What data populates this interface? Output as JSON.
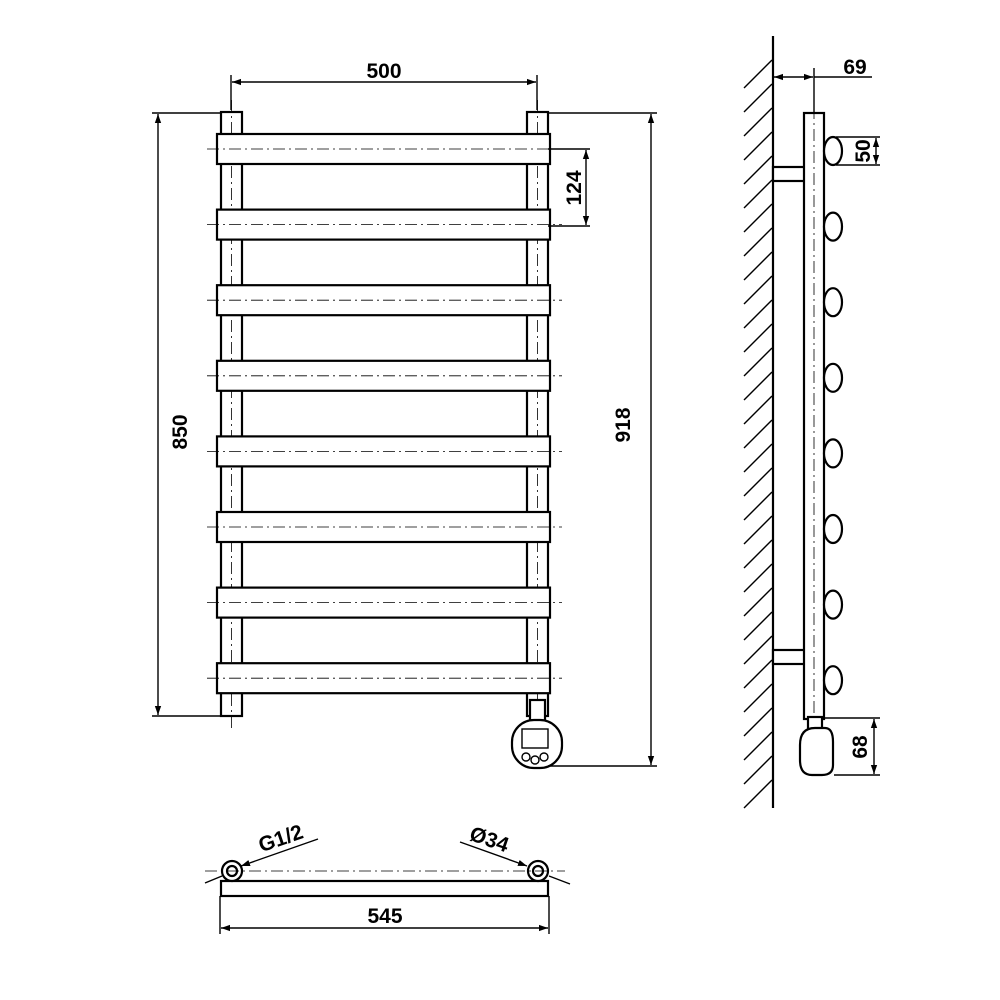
{
  "dimensions": {
    "width_between_axes": "500",
    "rung_pitch": "124",
    "height_between_axes": "850",
    "total_height": "918",
    "wall_distance": "69",
    "rung_depth": "50",
    "heater_height": "68",
    "thread": "G1/2",
    "tube_diameter": "Ø34",
    "total_width": "545"
  },
  "rung_count": 8
}
